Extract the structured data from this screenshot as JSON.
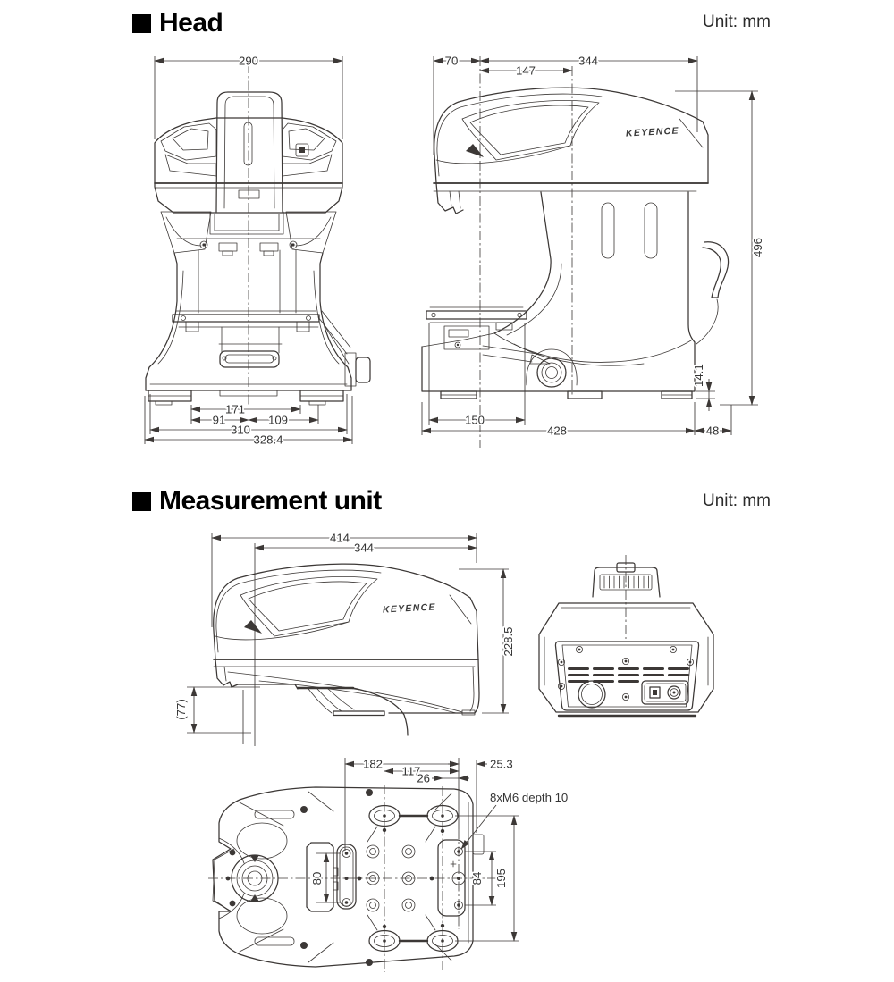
{
  "style": {
    "line_color": "#3c3836",
    "dim_text_color": "#343434",
    "title_color": "#000000",
    "background": "#ffffff"
  },
  "head_section": {
    "title": "Head",
    "unit_label": "Unit: mm",
    "front_view": {
      "width": "290",
      "base_inner_span": "171",
      "base_left": "91",
      "base_right": "109",
      "base_outer": "310",
      "base_total": "328.4"
    },
    "side_view": {
      "logo": "KEYENCE",
      "front_offset": "70",
      "handle_span": "147",
      "body_length": "344",
      "height": "496",
      "foot_height": "14.1",
      "stage_width": "150",
      "base_length": "428",
      "rear_overhang": "48"
    }
  },
  "measurement_section": {
    "title": "Measurement unit",
    "unit_label": "Unit: mm",
    "side_view": {
      "logo": "KEYENCE",
      "total_length": "414",
      "body_length": "344",
      "height": "228.5",
      "bottom_clearance": "(77)"
    },
    "bottom_view": {
      "hole_span_long": "182",
      "hole_span_mid": "117",
      "hole_offset": "26",
      "edge_offset": "25.3",
      "thread_note": "8xM6 depth 10",
      "slot_span": "80",
      "hole_pitch": "84",
      "hole_pitch_outer": "195"
    }
  }
}
